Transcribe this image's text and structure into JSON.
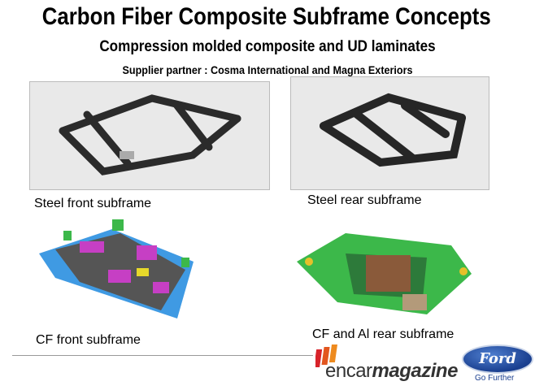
{
  "slide": {
    "title": "Carbon Fiber Composite Subframe Concepts",
    "subtitle": "Compression molded composite and UD laminates",
    "supplier": "Supplier partner : Cosma International and Magna Exteriors"
  },
  "figures": [
    {
      "caption": "Steel front subframe"
    },
    {
      "caption": "Steel rear subframe"
    },
    {
      "caption": "CF front subframe"
    },
    {
      "caption": "CF and Al rear subframe"
    }
  ],
  "footer": {
    "logo_prefix": "encar",
    "logo_suffix": "magazine",
    "ford_logo": "Ford",
    "tagline": "Go Further"
  },
  "colors": {
    "ford_blue": "#1a3f8f",
    "cad_blue": "#2a8fe0",
    "cad_green": "#3cb84a",
    "cad_magenta": "#c63fc4"
  }
}
